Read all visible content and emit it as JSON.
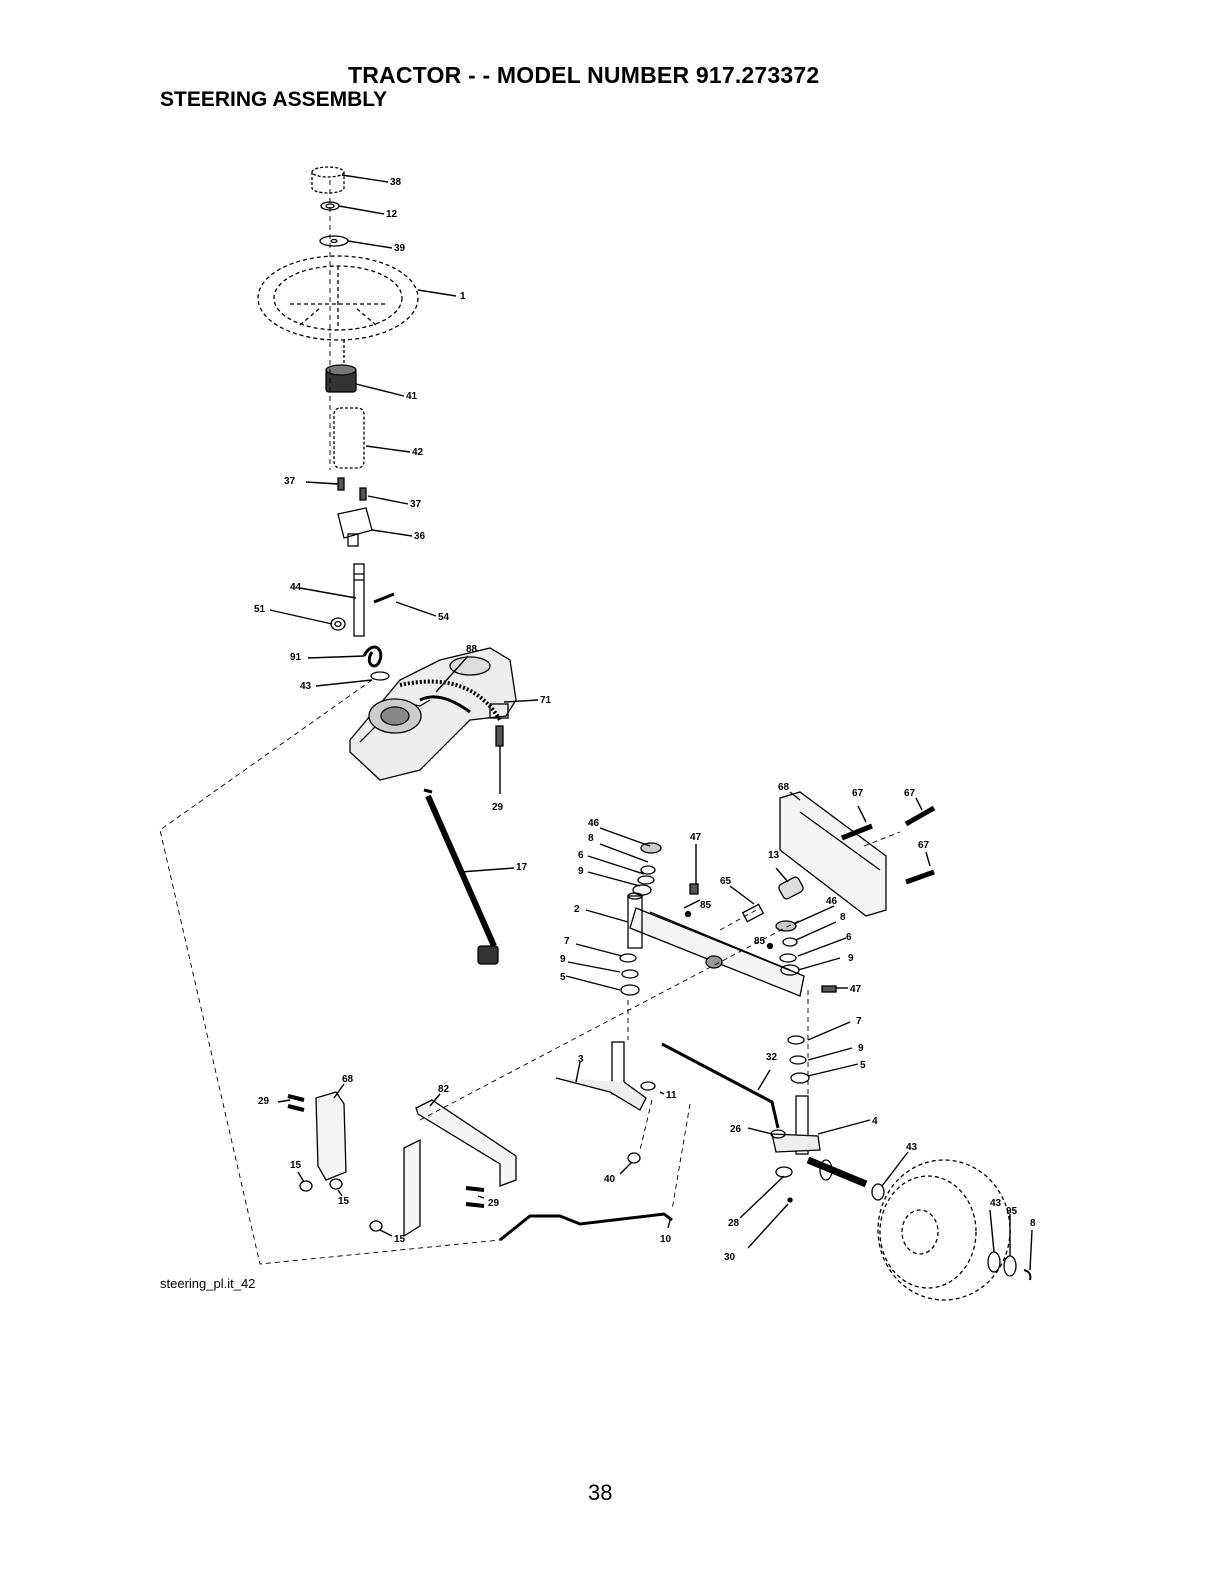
{
  "header": {
    "title": "TRACTOR - - MODEL NUMBER  917.273372",
    "subtitle": "STEERING ASSEMBLY"
  },
  "diagram": {
    "caption": "steering_pl.it_42",
    "callouts": [
      {
        "id": "c38",
        "label": "38"
      },
      {
        "id": "c12",
        "label": "12"
      },
      {
        "id": "c39",
        "label": "39"
      },
      {
        "id": "c1",
        "label": "1"
      },
      {
        "id": "c41",
        "label": "41"
      },
      {
        "id": "c42",
        "label": "42"
      },
      {
        "id": "c37a",
        "label": "37"
      },
      {
        "id": "c37b",
        "label": "37"
      },
      {
        "id": "c36",
        "label": "36"
      },
      {
        "id": "c44",
        "label": "44"
      },
      {
        "id": "c51",
        "label": "51"
      },
      {
        "id": "c54",
        "label": "54"
      },
      {
        "id": "c91",
        "label": "91"
      },
      {
        "id": "c88",
        "label": "88"
      },
      {
        "id": "c43a",
        "label": "43"
      },
      {
        "id": "c71",
        "label": "71"
      },
      {
        "id": "c29a",
        "label": "29"
      },
      {
        "id": "c17",
        "label": "17"
      },
      {
        "id": "c46a",
        "label": "46"
      },
      {
        "id": "c8a",
        "label": "8"
      },
      {
        "id": "c6a",
        "label": "6"
      },
      {
        "id": "c9a",
        "label": "9"
      },
      {
        "id": "c47a",
        "label": "47"
      },
      {
        "id": "c2",
        "label": "2"
      },
      {
        "id": "c85a",
        "label": "85"
      },
      {
        "id": "c65",
        "label": "65"
      },
      {
        "id": "c13",
        "label": "13"
      },
      {
        "id": "c68a",
        "label": "68"
      },
      {
        "id": "c67a",
        "label": "67"
      },
      {
        "id": "c67b",
        "label": "67"
      },
      {
        "id": "c67c",
        "label": "67"
      },
      {
        "id": "c46b",
        "label": "46"
      },
      {
        "id": "c8b",
        "label": "8"
      },
      {
        "id": "c85b",
        "label": "85"
      },
      {
        "id": "c6b",
        "label": "6"
      },
      {
        "id": "c9b",
        "label": "9"
      },
      {
        "id": "c47b",
        "label": "47"
      },
      {
        "id": "c7a",
        "label": "7"
      },
      {
        "id": "c9c",
        "label": "9"
      },
      {
        "id": "c5a",
        "label": "5"
      },
      {
        "id": "c7b",
        "label": "7"
      },
      {
        "id": "c9d",
        "label": "9"
      },
      {
        "id": "c5b",
        "label": "5"
      },
      {
        "id": "c32",
        "label": "32"
      },
      {
        "id": "c3",
        "label": "3"
      },
      {
        "id": "c11",
        "label": "11"
      },
      {
        "id": "c4",
        "label": "4"
      },
      {
        "id": "c26",
        "label": "26"
      },
      {
        "id": "c43b",
        "label": "43"
      },
      {
        "id": "c43c",
        "label": "43"
      },
      {
        "id": "c95",
        "label": "95"
      },
      {
        "id": "c8c",
        "label": "8"
      },
      {
        "id": "c28",
        "label": "28"
      },
      {
        "id": "c30",
        "label": "30"
      },
      {
        "id": "c40",
        "label": "40"
      },
      {
        "id": "c10",
        "label": "10"
      },
      {
        "id": "c68b",
        "label": "68"
      },
      {
        "id": "c82",
        "label": "82"
      },
      {
        "id": "c29b",
        "label": "29"
      },
      {
        "id": "c29c",
        "label": "29"
      },
      {
        "id": "c15a",
        "label": "15"
      },
      {
        "id": "c15b",
        "label": "15"
      },
      {
        "id": "c15c",
        "label": "15"
      }
    ]
  },
  "footer": {
    "page_number": "38"
  }
}
